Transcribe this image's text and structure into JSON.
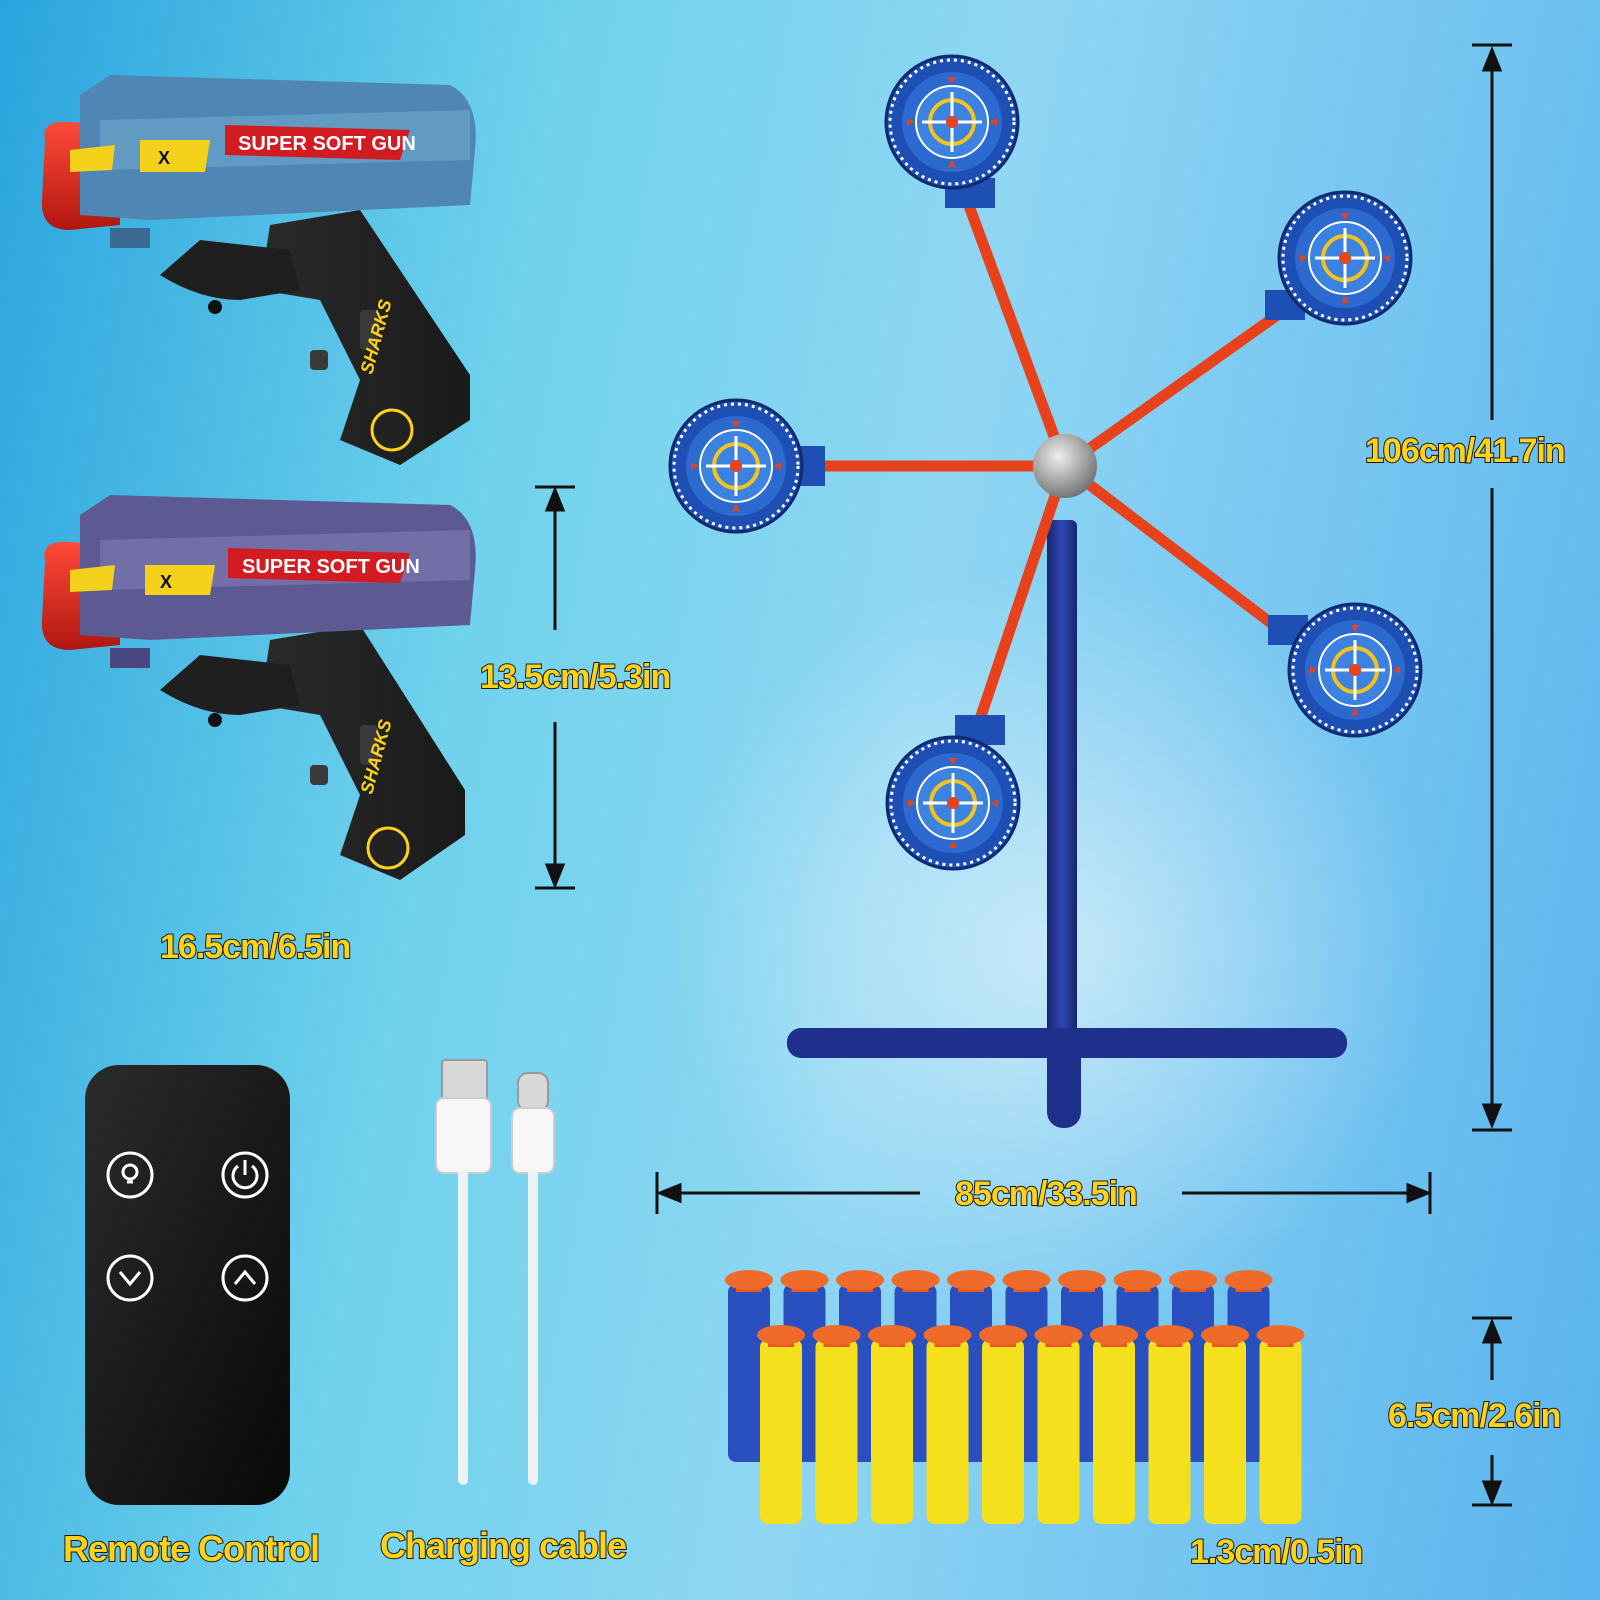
{
  "gun_top": {
    "label": "SUPER SOFT GUN",
    "badge": "X",
    "brand": "SHARKS",
    "body_color": "#4f86b3"
  },
  "gun_bottom": {
    "label": "SUPER SOFT GUN",
    "badge": "X",
    "brand": "SHARKS",
    "body_color": "#5d5a93"
  },
  "dimensions": {
    "gun_length": "16.5cm/6.5in",
    "gun_height": "13.5cm/5.3in",
    "target_height": "106cm/41.7in",
    "target_width": "85cm/33.5in",
    "dart_length": "6.5cm/2.6in",
    "dart_diameter": "1.3cm/0.5in"
  },
  "captions": {
    "remote": "Remote Control",
    "cable": "Charging cable"
  },
  "remote_buttons": [
    "light-icon",
    "power-icon",
    "chevron-down-icon",
    "chevron-up-icon"
  ],
  "colors": {
    "dim_text": "#ffd21a",
    "target_arm": "#e8421c",
    "stand": "#1e2f8c",
    "dart_blue": "#2a4fbf",
    "dart_yellow": "#f4e01c",
    "dart_tip": "#f06a2a"
  },
  "dart_counts": {
    "blue": 10,
    "yellow": 10
  }
}
